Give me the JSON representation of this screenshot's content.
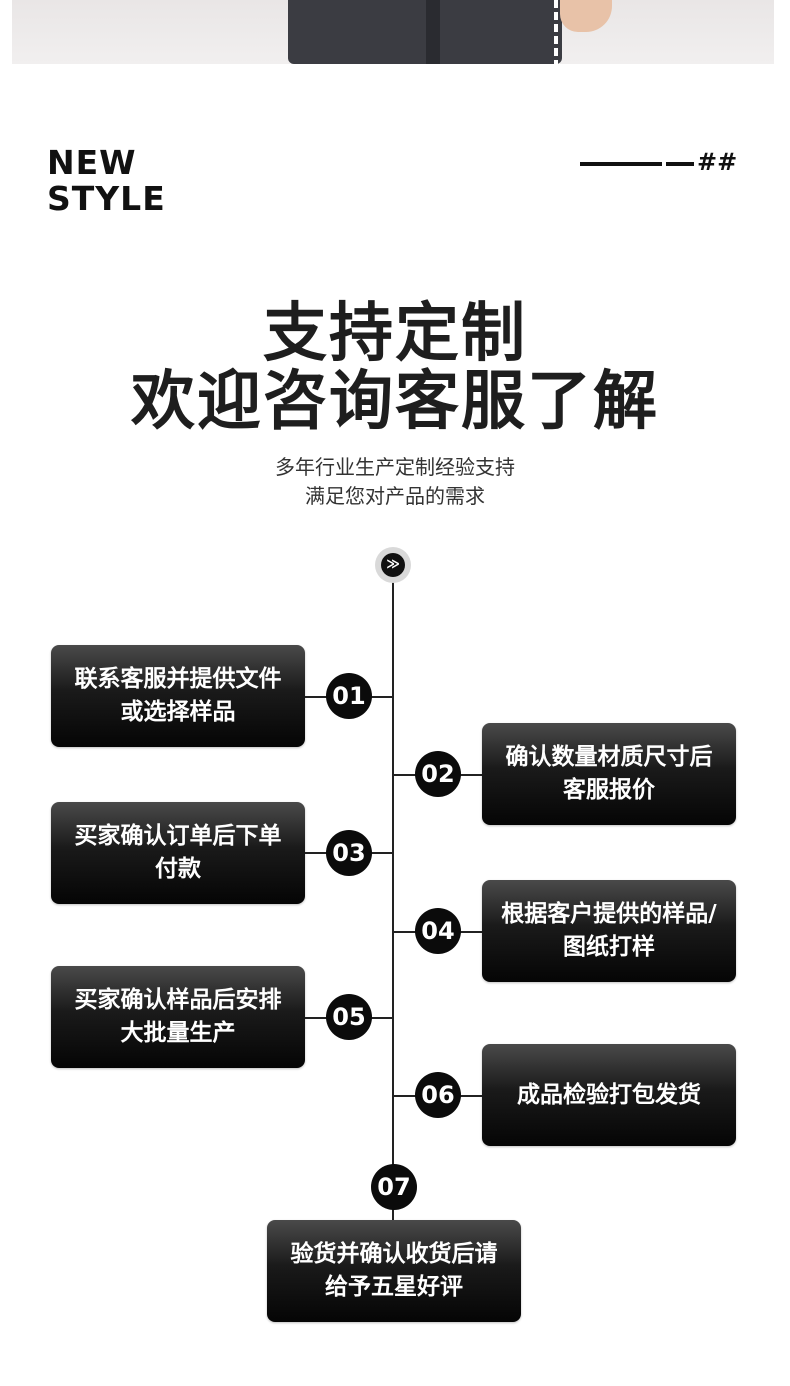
{
  "badge": {
    "line1": "NEW",
    "line2": "STYLE",
    "deco_text": "##"
  },
  "headline": {
    "line1": "支持定制",
    "line2": "欢迎咨询客服了解",
    "sub1": "多年行业生产定制经验支持",
    "sub2": "满足您对产品的需求"
  },
  "timeline": {
    "top_icon": "chevron-down-icon",
    "top_glyph": "≫",
    "steps": [
      {
        "num": "01",
        "text": "联系客服并提供文件或选择样品",
        "side": "left"
      },
      {
        "num": "02",
        "text": "确认数量材质尺寸后客服报价",
        "side": "right"
      },
      {
        "num": "03",
        "text": "买家确认订单后下单付款",
        "side": "left"
      },
      {
        "num": "04",
        "text": "根据客户提供的样品/图纸打样",
        "side": "right"
      },
      {
        "num": "05",
        "text": "买家确认样品后安排大批量生产",
        "side": "left"
      },
      {
        "num": "06",
        "text": "成品检验打包发货",
        "side": "right"
      },
      {
        "num": "07",
        "text": "验货并确认收货后请给予五星好评",
        "side": "center"
      }
    ]
  }
}
